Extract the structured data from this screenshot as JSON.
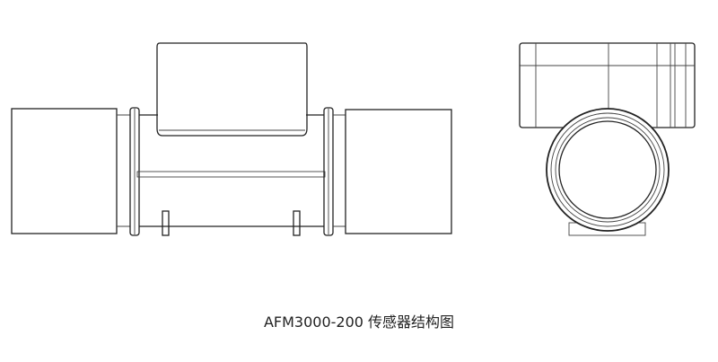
{
  "caption": "AFM3000-200 传感器结构图",
  "views": [
    "front-view",
    "side-view"
  ],
  "colors": {
    "line": "#222222",
    "background": "#ffffff"
  }
}
